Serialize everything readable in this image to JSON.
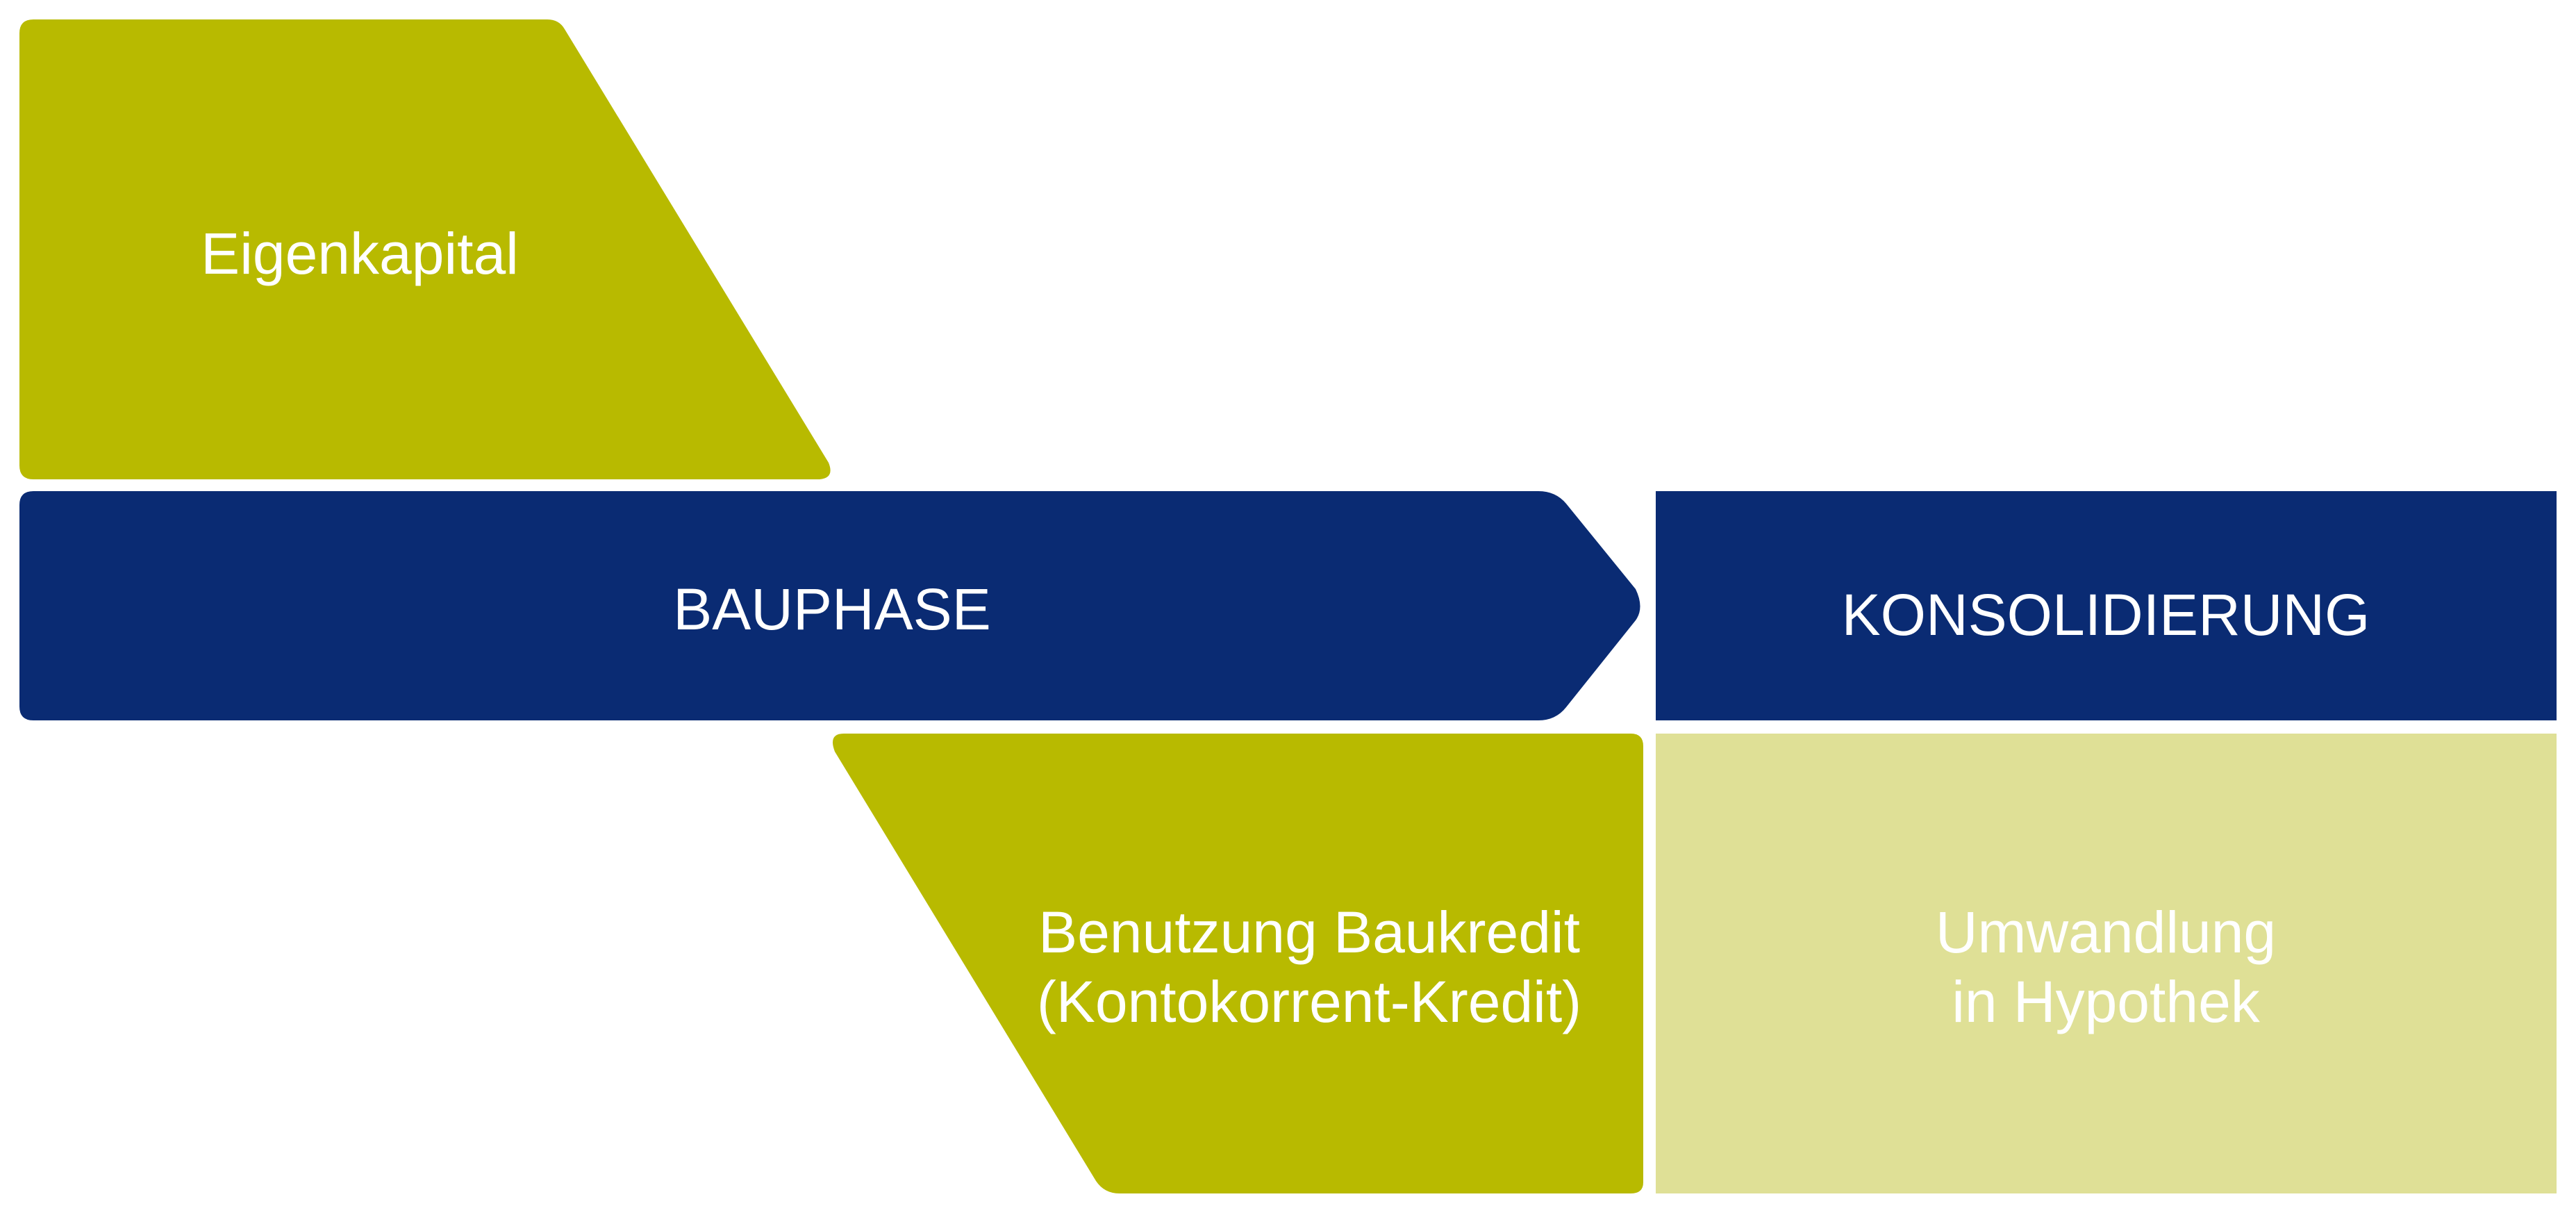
{
  "colors": {
    "olive": "#b8ba00",
    "navy": "#0a2b73",
    "light_olive": "#dfe096",
    "text": "#ffffff",
    "background": "#ffffff"
  },
  "eigenkapital": {
    "label": "Eigenkapital"
  },
  "bauphase": {
    "label": "BAUPHASE"
  },
  "konsolidierung": {
    "label": "KONSOLIDIERUNG"
  },
  "baukredit": {
    "line1": "Benutzung Baukredit",
    "line2": "(Kontokorrent-Kredit)"
  },
  "hypothek": {
    "line1": "Umwandlung",
    "line2": "in Hypothek"
  }
}
